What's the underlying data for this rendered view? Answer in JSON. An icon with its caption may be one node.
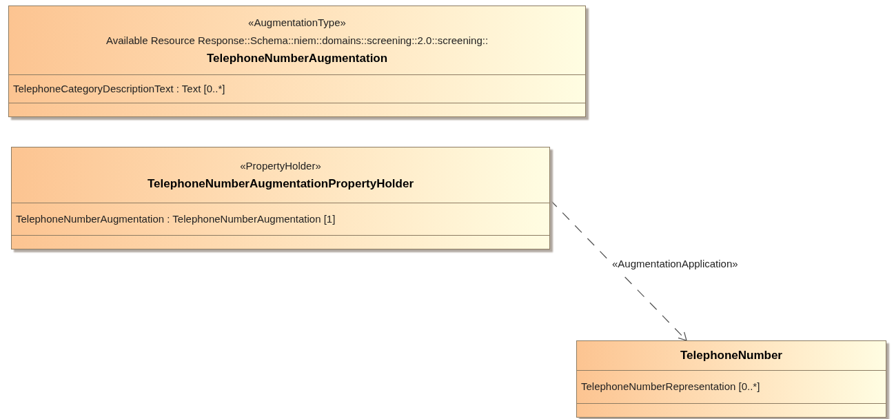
{
  "diagram": {
    "nodes": [
      {
        "text": [
          "«AugmentationType»",
          "Available Resource Response::Schema::niem::domains::screening::2.0::screening::",
          "TelephoneNumberAugmentation",
          "TelephoneCategoryDescriptionText : Text [0..*]"
        ]
      },
      {
        "text": [
          "«PropertyHolder»",
          "TelephoneNumberAugmentationPropertyHolder",
          "TelephoneNumberAugmentation : TelephoneNumberAugmentation [1]"
        ]
      },
      {
        "text": [
          "TelephoneNumber",
          "TelephoneNumberRepresentation [0..*]"
        ]
      }
    ],
    "edges": [
      {
        "from": 1,
        "to": 2,
        "arrow": "to",
        "style": "dashed",
        "label": "«AugmentationApplication»"
      }
    ]
  }
}
